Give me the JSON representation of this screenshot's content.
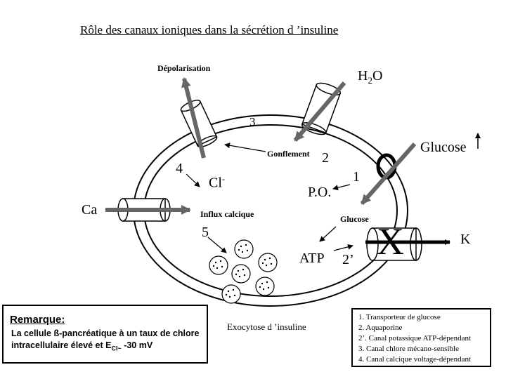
{
  "title": "Rôle des canaux ioniques dans la sécrétion d ’insuline",
  "labels": {
    "depolarisation": "Dépolarisation",
    "h2o": "H",
    "h2o_sub": "2",
    "h2o_tail": "O",
    "n3": "3",
    "gonflement": "Gonflement",
    "n2": "2",
    "glucose_out": "Glucose",
    "n4": "4",
    "cl": "Cl",
    "cl_sup": "-",
    "n1": "1",
    "po": "P.O.",
    "ca": "Ca",
    "influx": "Influx calcique",
    "glucose_in": "Glucose",
    "n5": "5",
    "k": "K",
    "atp": "ATP",
    "n2p": "2’",
    "x": "X",
    "exocytose": "Exocytose d ’insuline"
  },
  "remarque": {
    "title": "Remarque:",
    "body_pre": "La cellule ß-pancréatique à un taux de chlore intracellulaire élevé et E",
    "sub": "Cl",
    "sub2": "~",
    "body_post": " -30 mV"
  },
  "legend": [
    "1. Transporteur de glucose",
    "2. Aquaporine",
    "2’. Canal potassique ATP-dépendant",
    "3. Canal chlore mécano-sensible",
    "4. Canal calcique voltage-dépendant"
  ],
  "colors": {
    "arrow_gray": "#666666",
    "line": "#000000"
  }
}
